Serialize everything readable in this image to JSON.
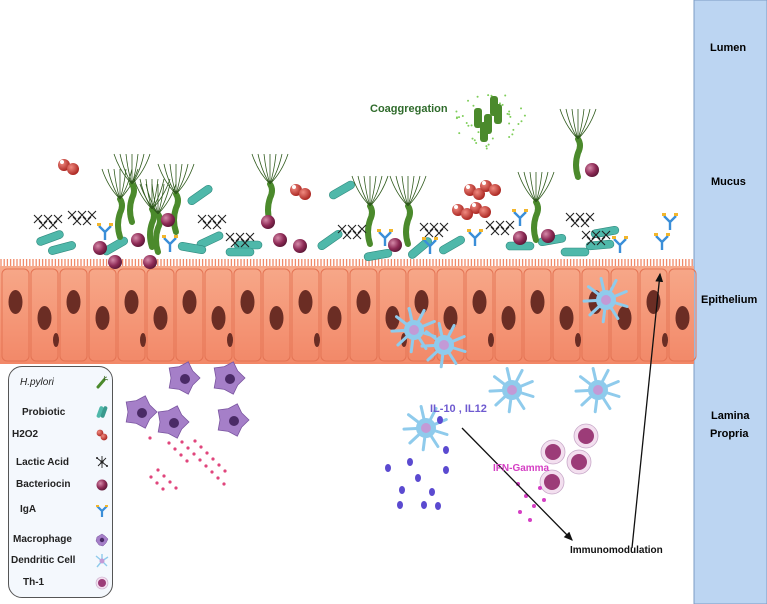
{
  "layers": {
    "lumen": "Lumen",
    "mucus": "Mucus",
    "epithelium": "Epithelium",
    "lamina_propria_1": "Lamina",
    "lamina_propria_2": "Propria"
  },
  "annotations": {
    "coaggregation": "Coaggregation",
    "il": "IL-10 , IL12",
    "ifn": "IFN-Gamma",
    "immunomodulation": "Immunomodulation"
  },
  "legend": [
    {
      "label": "H.pylori",
      "icon": "h-pylori-icon"
    },
    {
      "label": "Probiotic",
      "icon": "probiotic-icon"
    },
    {
      "label": "H2O2",
      "icon": "h2o2-icon"
    },
    {
      "label": "Lactic Acid",
      "icon": "lactic-acid-icon"
    },
    {
      "label": "Bacteriocin",
      "icon": "bacteriocin-icon"
    },
    {
      "label": "IgA",
      "icon": "iga-icon"
    },
    {
      "label": "Macrophage",
      "icon": "macrophage-icon"
    },
    {
      "label": "Dendritic Cell",
      "icon": "dendritic-cell-icon"
    },
    {
      "label": "Th-1",
      "icon": "th1-icon"
    }
  ],
  "colors": {
    "sidebar": "#bcd5f2",
    "epithelium": "#f59a7a",
    "nucleus": "#6b2d24",
    "probiotic": "#4fb8aa",
    "h_pylori": "#4b8a2c",
    "h2o2": "#c9342e",
    "bacteriocin": "#8e2b56",
    "iga": "#3a8ed8",
    "macrophage": "#a57fc8",
    "dendritic": "#8fcbec",
    "th1": "#9c3c78",
    "il_text": "#6e5ad0",
    "ifn_text": "#d53fc4",
    "coagg_text": "#2f6b2b"
  }
}
